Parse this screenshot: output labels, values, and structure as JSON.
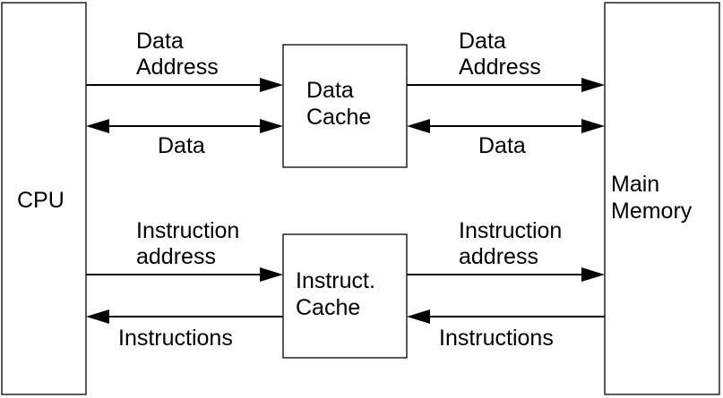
{
  "nodes": {
    "cpu": {
      "label": "CPU"
    },
    "data_cache": {
      "line1": "Data",
      "line2": "Cache"
    },
    "instr_cache": {
      "line1": "Instruct.",
      "line2": "Cache"
    },
    "main_memory": {
      "line1": "Main",
      "line2": "Memory"
    }
  },
  "edges": {
    "cpu_to_dcache_address": {
      "line1": "Data",
      "line2": "Address"
    },
    "cpu_dcache_data": {
      "label": "Data"
    },
    "dcache_to_mem_address": {
      "line1": "Data",
      "line2": "Address"
    },
    "dcache_mem_data": {
      "label": "Data"
    },
    "cpu_to_icache_address": {
      "line1": "Instruction",
      "line2": "address"
    },
    "icache_to_cpu_instructions": {
      "label": "Instructions"
    },
    "icache_to_mem_address": {
      "line1": "Instruction",
      "line2": "address"
    },
    "mem_to_icache_instructions": {
      "label": "Instructions"
    }
  },
  "colors": {
    "stroke": "#000000",
    "background": "#ffffff"
  }
}
